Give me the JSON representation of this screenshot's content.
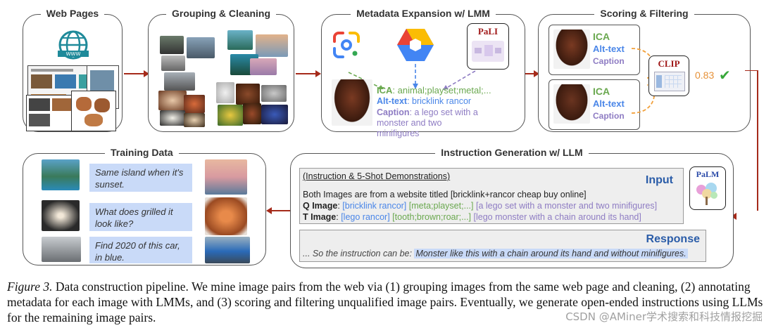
{
  "panels": {
    "web_pages": "Web Pages",
    "grouping": "Grouping & Cleaning",
    "metadata": "Metadata Expansion w/ LMM",
    "scoring": "Scoring & Filtering",
    "training": "Training Data",
    "instruction": "Instruction Generation w/ LLM"
  },
  "metadata": {
    "pali": "PaLI",
    "ica_label": "ICA",
    "ica_value": ": animal;playset;metal;...",
    "alt_label": "Alt-text",
    "alt_value": ": bricklink rancor",
    "cap_label": "Caption",
    "cap_value": ": a lego set with a monster and two minifigures"
  },
  "scoring": {
    "ica": "ICA",
    "alt": "Alt-text",
    "cap": "Caption",
    "clip": "CLIP",
    "score": "0.83",
    "check": "✔"
  },
  "instruction": {
    "header": "(Instruction & 5-Shot Demonstrations)",
    "input_label": "Input",
    "line1": "Both Images are from a website titled [bricklink+rancor cheap buy online]",
    "q_label": "Q Image",
    "q_alt": "[bricklink rancor]",
    "q_ica": "[meta;playset;...]",
    "q_cap": "[a lego set with a monster and two minifigures]",
    "t_label": "T Image",
    "t_alt": "[lego rancor]",
    "t_ica": "[tooth;brown;roar;...]",
    "t_cap": "[lego monster with a chain around its hand]",
    "response_label": "Response",
    "response_prefix": "... So the instruction can be:",
    "response_text": "Monster like this with a chain around its hand and without minifigures.",
    "palm": "PaLM"
  },
  "training": {
    "q1": "Same island when it's sunset.",
    "q2": "What does grilled it look like?",
    "q3": "Find 2020 of this car, in blue."
  },
  "caption": {
    "fig": "Figure 3.",
    "text": " Data construction pipeline. We mine image pairs from the web via (1) grouping images from the same web page and cleaning, (2) annotating metadata for each image with LMMs, and (3) scoring and filtering unqualified image pairs. Eventually, we generate open-ended instructions using LLMs for the remaining image pairs."
  },
  "watermark": "CSDN @AMiner学术搜索和科技情报挖掘",
  "colors": {
    "arrow": "#a52a1a",
    "ica": "#6aa84f",
    "alt": "#4a86e8",
    "caption": "#8e7cc3",
    "highlight": "#c9daf8"
  }
}
